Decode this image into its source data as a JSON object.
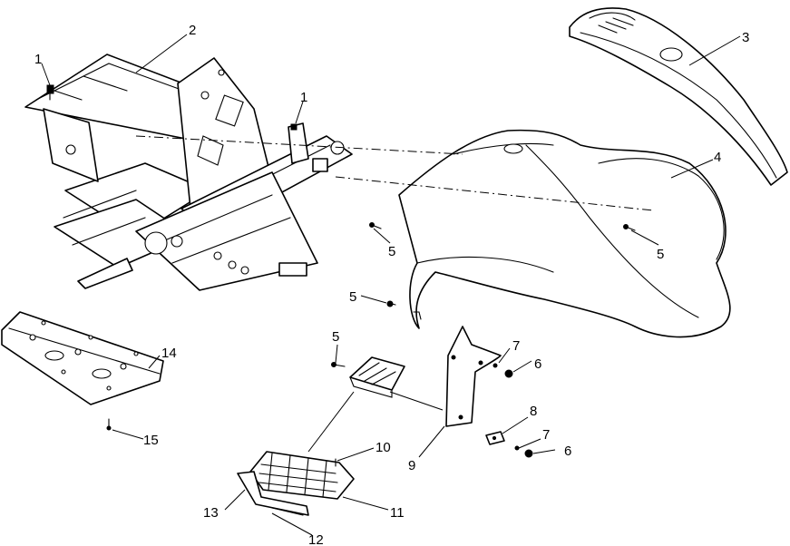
{
  "callouts": [
    "1",
    "2",
    "1",
    "3",
    "4",
    "5",
    "5",
    "5",
    "5",
    "7",
    "6",
    "14",
    "15",
    "8",
    "7",
    "6",
    "10",
    "9",
    "13",
    "11",
    "12"
  ]
}
